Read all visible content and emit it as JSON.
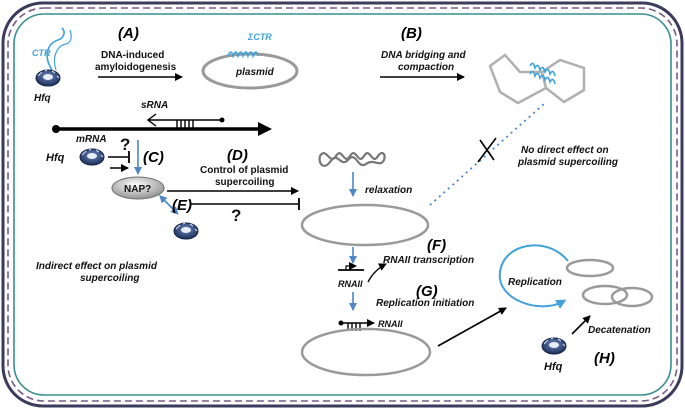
{
  "panels": {
    "a": "(A)",
    "b": "(B)",
    "c": "(C)",
    "d": "(D)",
    "e": "(E)",
    "f": "(F)",
    "g": "(G)",
    "h": "(H)"
  },
  "labels": {
    "ctr": "CTR",
    "hfq_top": "Hfq",
    "hfq_mid": "Hfq",
    "hfq_bottom": "Hfq",
    "amyloid_line1": "DNA-induced",
    "amyloid_line2": "amyloidogenesis",
    "sigma_ctr": "ΣCTR",
    "plasmid": "plasmid",
    "bridging_line1": "DNA bridging and",
    "bridging_line2": "compaction",
    "srna": "sRNA",
    "mrna": "mRNA",
    "q1": "?",
    "q2": "?",
    "nap": "NAP?",
    "control_line1": "Control of plasmid",
    "control_line2": "supercoiling",
    "relaxation": "relaxation",
    "no_direct_line1": "No direct effect on",
    "no_direct_line2": "plasmid supercoiling",
    "indirect_line1": "Indirect effect on plasmid",
    "indirect_line2": "supercoiling",
    "rnaii_transcription": "RNAII transcription",
    "rnaii_1": "RNAII",
    "replication_initiation": "Replication initiation",
    "rnaii_2": "RNAII",
    "replication": "Replication",
    "decatenation": "Decatenation"
  },
  "colors": {
    "outer_border": "#3b3b5c",
    "outer_dash": "#7a5a86",
    "inner_border": "#3a8e8f",
    "accent_blue": "#3fa2d8",
    "arrow_blue": "#4f86c6",
    "plasmid_gray": "#9a9a9a"
  },
  "icons": [
    "hfq-ring-icon",
    "nap-ellipse-icon",
    "inhibition-arrow-icon"
  ]
}
